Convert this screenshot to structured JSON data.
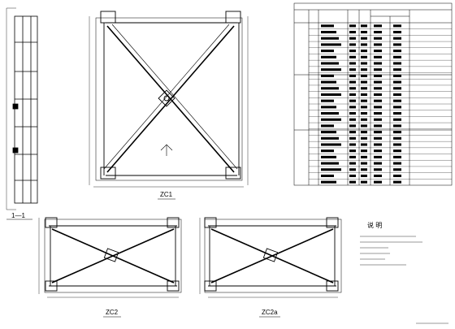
{
  "drawing": {
    "section_label": "1—1",
    "frame_labels": [
      "ZC1",
      "ZC2",
      "ZC2a"
    ],
    "notes_heading": "说 明"
  }
}
